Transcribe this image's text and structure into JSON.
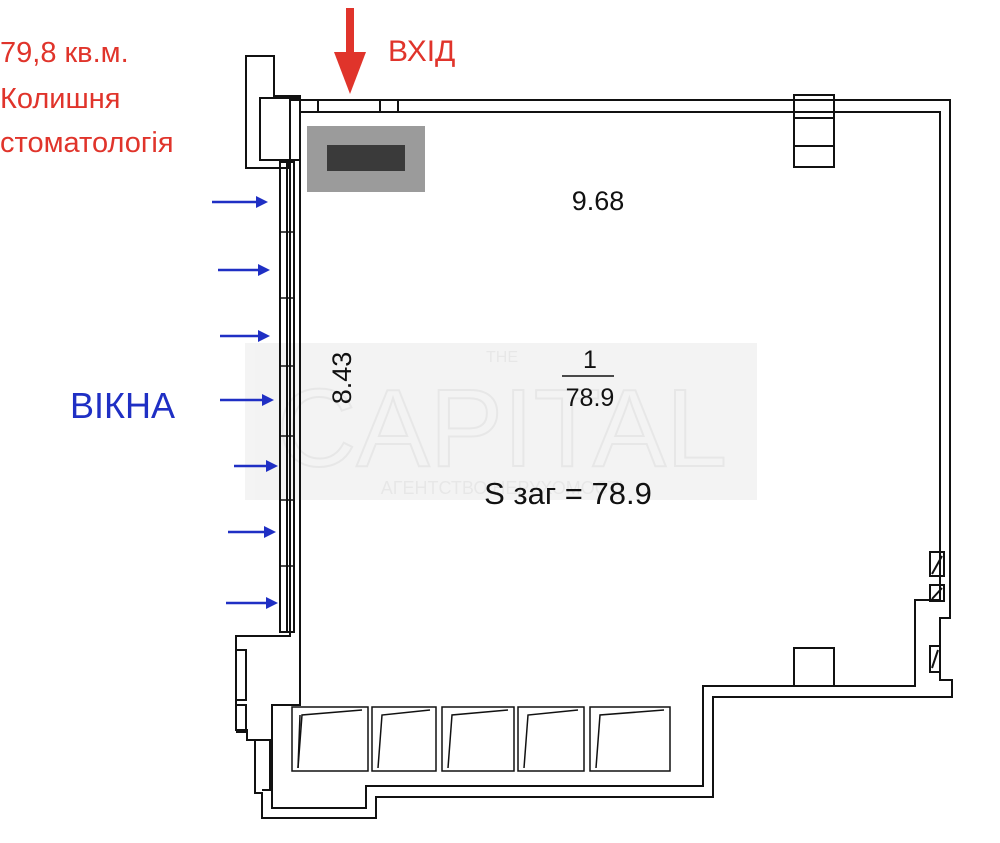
{
  "annotations": {
    "area_label": "79,8 кв.м.",
    "former_use_line1": "Колишня",
    "former_use_line2": "стоматологія",
    "entrance_label": "ВХІД",
    "windows_label": "ВІКНА"
  },
  "room": {
    "width_dim": "9.68",
    "depth_dim": "8.43",
    "number": "1",
    "area": "78.9",
    "total_area": "S заг = 78.9"
  },
  "watermark": {
    "top": "THE",
    "main": "CAPITAL",
    "sub": "АГЕНТСТВО НЕРУХОМОСТІ"
  },
  "colors": {
    "entrance_arrow": "#e0342b",
    "window_arrows": "#1f2fc4",
    "annotation_red": "#e0342b",
    "annotation_blue": "#1f2fc4",
    "walls": "#111111",
    "entrance_block": "#9b9b9b"
  },
  "icons": {
    "entrance_marker": "arrow-down-icon",
    "window_markers": "arrow-right-icon"
  },
  "window_arrow_count": 7
}
